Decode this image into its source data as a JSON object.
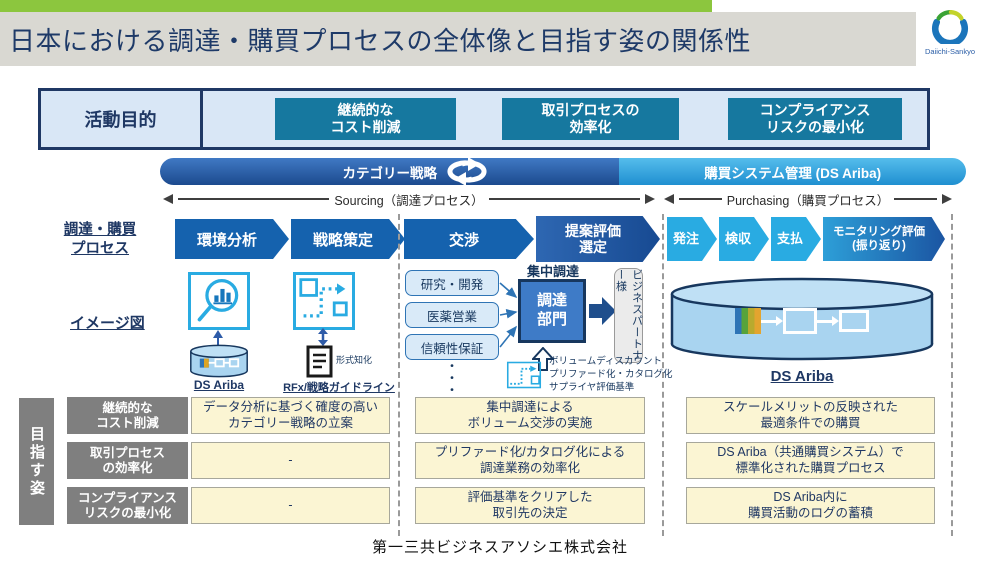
{
  "header": {
    "title": "日本における調達・購買プロセスの全体像と目指す姿の関係性",
    "logo_text": "Daiichi-Sankyo"
  },
  "purpose": {
    "label": "活動目的",
    "items": [
      "継続的な\nコスト削減",
      "取引プロセスの\n効率化",
      "コンプライアンス\nリスクの最小化"
    ]
  },
  "strategy_banner": {
    "category": "カテゴリー戦略",
    "system": "購買システム管理 (DS Ariba)"
  },
  "phase_arrows": {
    "sourcing": "Sourcing（調達プロセス）",
    "purchasing": "Purchasing（購買プロセス）"
  },
  "process": {
    "row_label": "調達・購買\nプロセス",
    "steps": [
      "環境分析",
      "戦略策定",
      "交渉",
      "提案評価\n選定",
      "発注",
      "検収",
      "支払",
      "モニタリング評価\n(振り返り)"
    ]
  },
  "diagram": {
    "row_label": "イメージ図",
    "ds_ariba_small": "DS Ariba",
    "keishikichika": "形式知化",
    "rfx": "RFx/戦略ガイドライン",
    "departments": [
      "研究・開発",
      "医薬営業",
      "信頼性保証"
    ],
    "dots": "・・・",
    "centralized_label": "集中調達",
    "dept_box": "調達\n部門",
    "partner": "ビジネスパートナー様",
    "bullets": "ボリュームディスカウント\nプリファード化・カタログ化\nサプライヤ評価基準",
    "ds_ariba_big": "DS Ariba"
  },
  "goals_table": {
    "side_label": "目指す姿",
    "rows": [
      {
        "header": "継続的な\nコスト削減",
        "cells": [
          "データ分析に基づく確度の高い\nカテゴリー戦略の立案",
          "集中調達による\nボリューム交渉の実施",
          "スケールメリットの反映された\n最適条件での購買"
        ]
      },
      {
        "header": "取引プロセス\nの効率化",
        "cells": [
          "-",
          "プリファード化/カタログ化による\n調達業務の効率化",
          "DS Ariba（共通購買システム）で\n標準化された購買プロセス"
        ]
      },
      {
        "header": "コンプライアンス\nリスクの最小化",
        "cells": [
          "-",
          "評価基準をクリアした\n取引先の決定",
          "DS Ariba内に\n購買活動のログの蓄積"
        ]
      }
    ]
  },
  "footer": {
    "company": "第一三共ビジネスアソシエ株式会社"
  },
  "colors": {
    "accent_green": "#8cc63e",
    "navy": "#1f3864",
    "teal": "#16789f",
    "process_blue": "#1562ae",
    "light_blue": "#29abe2",
    "banner_dark": "#1c4a8e",
    "banner_light": "#1f8fd0",
    "cell_yellow": "#fbf5d3",
    "header_gray": "#7f7f7f"
  }
}
